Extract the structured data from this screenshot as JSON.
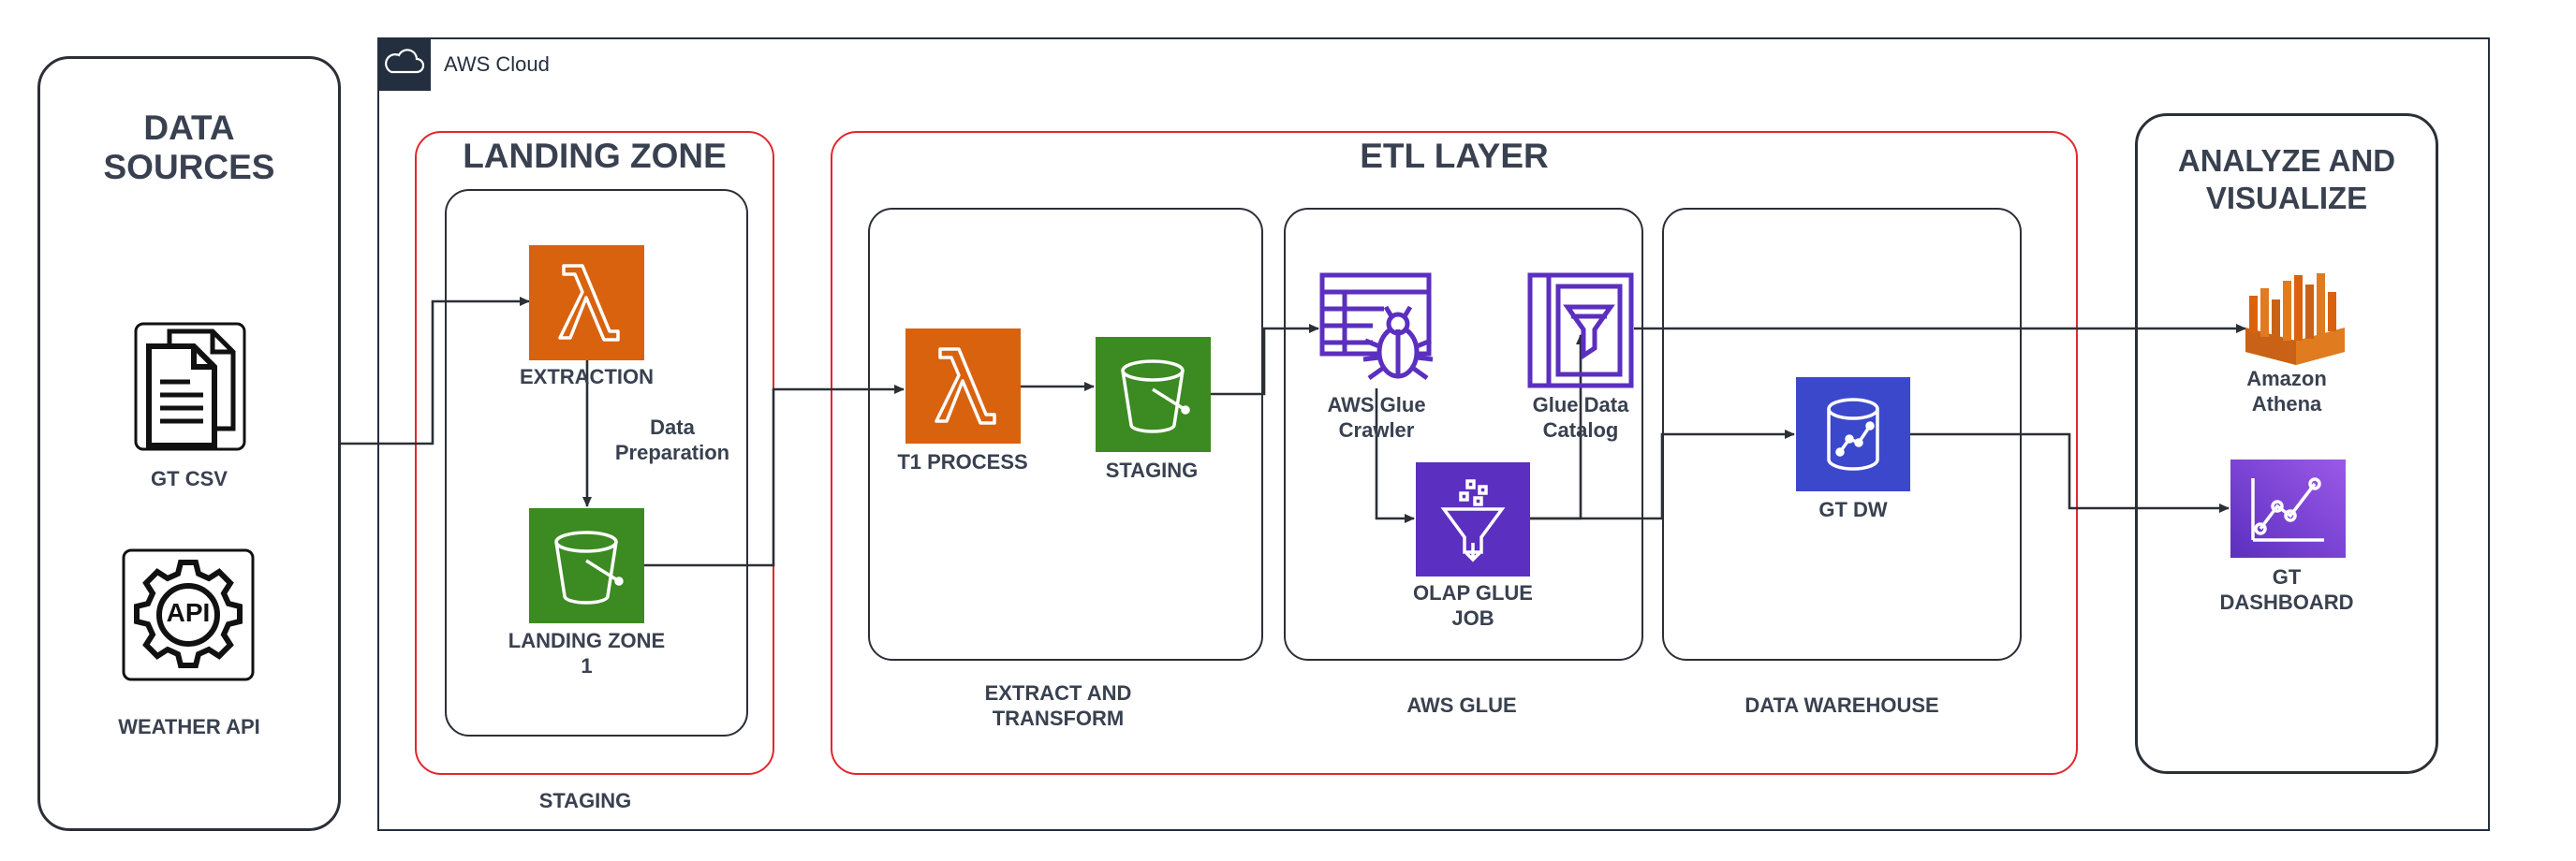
{
  "colors": {
    "lambda": "#d9620f",
    "s3": "#3c8a22",
    "glue": "#5b2fbf",
    "dw": "#3b48cc",
    "athena": "#e07b20",
    "dashboard": "#6a36c9",
    "red_border": "#e0282e",
    "line": "#2b2f36"
  },
  "data_sources": {
    "title_line1": "DATA",
    "title_line2": "SOURCES",
    "gt_csv": "GT CSV",
    "weather_api": "WEATHER API",
    "api_badge": "API"
  },
  "aws_cloud": {
    "label": "AWS Cloud",
    "icon": "cloud-icon"
  },
  "landing_zone": {
    "title": "LANDING ZONE",
    "extraction": "EXTRACTION",
    "data_prep_line1": "Data",
    "data_prep_line2": "Preparation",
    "landing_zone_1_line1": "LANDING ZONE",
    "landing_zone_1_line2": "1",
    "footer": "STAGING"
  },
  "etl_layer": {
    "title": "ETL LAYER",
    "extract_transform": {
      "t1_process": "T1 PROCESS",
      "staging": "STAGING",
      "footer_line1": "EXTRACT AND",
      "footer_line2": "TRANSFORM"
    },
    "aws_glue": {
      "crawler_line1": "AWS Glue",
      "crawler_line2": "Crawler",
      "catalog_line1": "Glue Data",
      "catalog_line2": "Catalog",
      "olap_line1": "OLAP GLUE",
      "olap_line2": "JOB",
      "footer": "AWS GLUE"
    },
    "data_warehouse": {
      "gt_dw": "GT DW",
      "footer": "DATA WAREHOUSE"
    }
  },
  "analyze": {
    "title_line1": "ANALYZE AND",
    "title_line2": "VISUALIZE",
    "athena_line1": "Amazon",
    "athena_line2": "Athena",
    "dashboard_line1": "GT",
    "dashboard_line2": "DASHBOARD"
  }
}
